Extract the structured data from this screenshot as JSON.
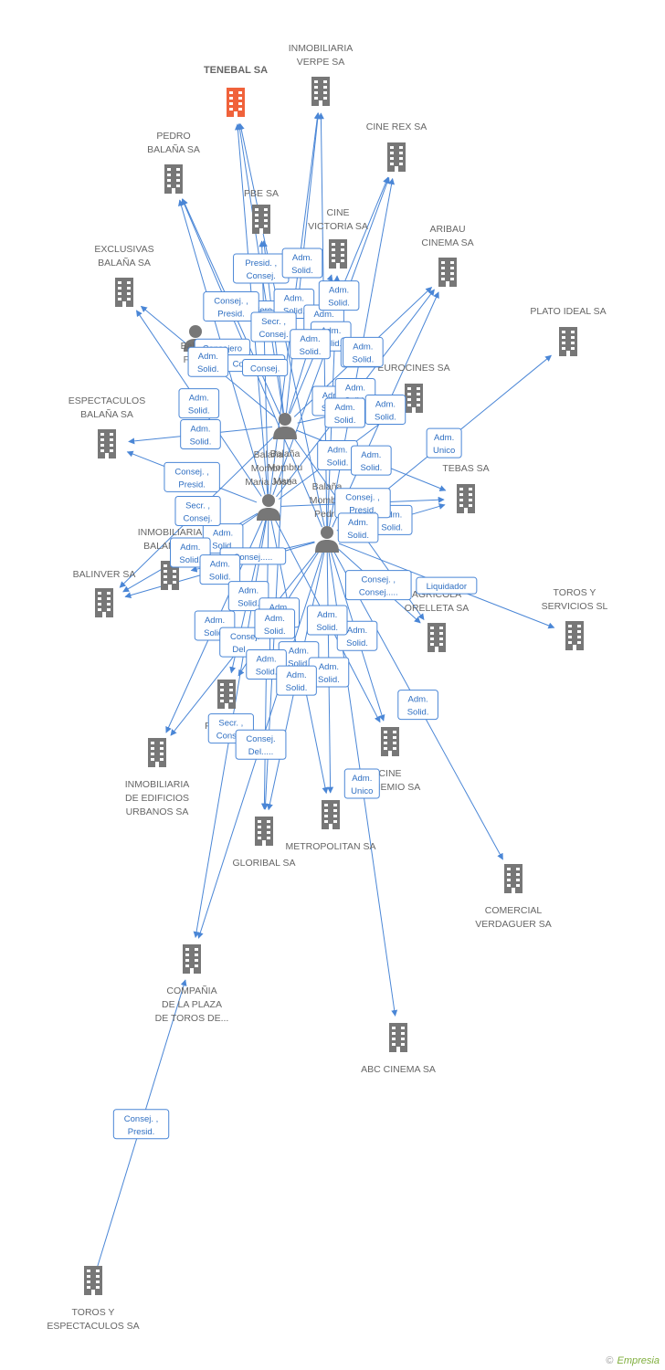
{
  "colors": {
    "edge": "#4a86d6",
    "node": "#777777",
    "focus": "#f0623b"
  },
  "nodes": [
    {
      "id": "tenebal",
      "label": [
        "TENEBAL SA"
      ],
      "type": "company",
      "focus": true
    },
    {
      "id": "inmoverpe",
      "label": [
        "INMOBILIARIA",
        "VERPE SA"
      ],
      "type": "company"
    },
    {
      "id": "cinerex",
      "label": [
        "CINE REX SA"
      ],
      "type": "company"
    },
    {
      "id": "pedro",
      "label": [
        "PEDRO",
        "BALAÑA SA"
      ],
      "type": "company"
    },
    {
      "id": "pbe",
      "label": [
        "PBE SA"
      ],
      "type": "company"
    },
    {
      "id": "cinevictoria",
      "label": [
        "CINE",
        "VICTORIA SA"
      ],
      "type": "company"
    },
    {
      "id": "aribau",
      "label": [
        "ARIBAU",
        "CINEMA SA"
      ],
      "type": "company"
    },
    {
      "id": "exclusivas",
      "label": [
        "EXCLUSIVAS",
        "BALAÑA SA"
      ],
      "type": "company"
    },
    {
      "id": "platoideal",
      "label": [
        "PLATO IDEAL SA"
      ],
      "type": "company"
    },
    {
      "id": "eurocines",
      "label": [
        "EUROCINES SA"
      ],
      "type": "company"
    },
    {
      "id": "espectaculos",
      "label": [
        "ESPECTACULOS",
        "BALAÑA SA"
      ],
      "type": "company"
    },
    {
      "id": "tebas",
      "label": [
        "TEBAS SA"
      ],
      "type": "company"
    },
    {
      "id": "inmobalana",
      "label": [
        "INMOBILIARIA",
        "BALAÑA SA"
      ],
      "type": "company"
    },
    {
      "id": "balinver",
      "label": [
        "BALINVER SA"
      ],
      "type": "company"
    },
    {
      "id": "torosserv",
      "label": [
        "TOROS Y",
        "SERVICIOS SL"
      ],
      "type": "company"
    },
    {
      "id": "agricola",
      "label": [
        "AGRICOLA",
        "ORELLETA SA"
      ],
      "type": "company"
    },
    {
      "id": "finca",
      "label": [
        "FINCA SA"
      ],
      "type": "company"
    },
    {
      "id": "inmourbanos",
      "label": [
        "INMOBILIARIA",
        "DE EDIFICIOS",
        "URBANOS SA"
      ],
      "type": "company"
    },
    {
      "id": "cinebohemio",
      "label": [
        "CINE",
        "BOHEMIO SA"
      ],
      "type": "company"
    },
    {
      "id": "metropolitan",
      "label": [
        "METROPOLITAN SA"
      ],
      "type": "company"
    },
    {
      "id": "gloribal",
      "label": [
        "GLORIBAL SA"
      ],
      "type": "company"
    },
    {
      "id": "verdaguer",
      "label": [
        "COMERCIAL",
        "VERDAGUER SA"
      ],
      "type": "company"
    },
    {
      "id": "plaza",
      "label": [
        "COMPAÑIA",
        "DE LA PLAZA",
        "DE TOROS DE..."
      ],
      "type": "company"
    },
    {
      "id": "abc",
      "label": [
        "ABC CINEMA SA"
      ],
      "type": "company"
    },
    {
      "id": "torosesp",
      "label": [
        "TOROS Y",
        "ESPECTACULOS SA"
      ],
      "type": "company"
    },
    {
      "id": "pBalFors",
      "label": [
        "Balaña",
        "Forns",
        ""
      ],
      "type": "person"
    },
    {
      "id": "pBalMaria",
      "label": [
        "Balaña",
        "Mombru",
        "Maria"
      ],
      "type": "person"
    },
    {
      "id": "pBalJose",
      "label": [
        "Balaña",
        "Mombru",
        "Maria Jose"
      ],
      "type": "person"
    },
    {
      "id": "pBalPedro",
      "label": [
        "Balaña",
        "Mombru",
        "Pedro"
      ],
      "type": "person"
    }
  ],
  "edges": [
    {
      "from": "pBalMaria",
      "to": "tenebal",
      "label": [
        "Presid. ,",
        "Consej."
      ]
    },
    {
      "from": "pBalJose",
      "to": "tenebal",
      "label": [
        "Consejero"
      ]
    },
    {
      "from": "pBalPedro",
      "to": "tenebal",
      "label": [
        "Secr. ,",
        "Consej."
      ]
    },
    {
      "from": "pBalMaria",
      "to": "inmoverpe",
      "label": [
        "Adm.",
        "Solid."
      ]
    },
    {
      "from": "pBalJose",
      "to": "inmoverpe",
      "label": [
        "Adm.",
        "Solid."
      ]
    },
    {
      "from": "pBalPedro",
      "to": "inmoverpe",
      "label": [
        "Adm.",
        "Solid."
      ]
    },
    {
      "from": "pBalMaria",
      "to": "cinerex",
      "label": [
        "Adm.",
        "Solid."
      ]
    },
    {
      "from": "pBalJose",
      "to": "cinerex",
      "label": [
        "Adm.",
        "Solid."
      ]
    },
    {
      "from": "pBalPedro",
      "to": "cinerex",
      "label": [
        "Adm.",
        "Solid."
      ]
    },
    {
      "from": "pBalMaria",
      "to": "pedro",
      "label": [
        "Consej. ,",
        "Presid."
      ]
    },
    {
      "from": "pBalJose",
      "to": "pedro",
      "label": [
        "Consejero"
      ]
    },
    {
      "from": "pBalPedro",
      "to": "pedro",
      "label": [
        "Consej....."
      ]
    },
    {
      "from": "pBalMaria",
      "to": "pbe",
      "label": [
        "Secr. ,",
        "Consej."
      ]
    },
    {
      "from": "pBalJose",
      "to": "pbe",
      "label": [
        "Consej."
      ]
    },
    {
      "from": "pBalMaria",
      "to": "cinevictoria",
      "label": [
        "Adm.",
        "Solid."
      ]
    },
    {
      "from": "pBalPedro",
      "to": "cinevictoria",
      "label": [
        "Adm.",
        "Solid."
      ]
    },
    {
      "from": "pBalMaria",
      "to": "aribau",
      "label": [
        "Adm.",
        "Solid."
      ]
    },
    {
      "from": "pBalJose",
      "to": "aribau",
      "label": [
        "Adm.",
        "Solid."
      ]
    },
    {
      "from": "pBalPedro",
      "to": "aribau",
      "label": [
        "Adm.",
        "Solid."
      ]
    },
    {
      "from": "pBalMaria",
      "to": "exclusivas",
      "label": [
        "Adm.",
        "Solid."
      ]
    },
    {
      "from": "pBalJose",
      "to": "exclusivas",
      "label": [
        "Adm.",
        "Solid."
      ]
    },
    {
      "from": "pBalPedro",
      "to": "platoideal",
      "label": [
        "Adm.",
        "Unico"
      ]
    },
    {
      "from": "pBalMaria",
      "to": "eurocines",
      "label": [
        "Adm.",
        "Solid."
      ]
    },
    {
      "from": "pBalJose",
      "to": "eurocines",
      "label": [
        "Adm.",
        "Solid."
      ]
    },
    {
      "from": "pBalMaria",
      "to": "espectaculos",
      "label": [
        "Adm.",
        "Solid."
      ]
    },
    {
      "from": "pBalJose",
      "to": "espectaculos",
      "label": [
        "Consej. ,",
        "Presid."
      ]
    },
    {
      "from": "pBalPedro",
      "to": "tebas",
      "label": [
        "Adm.",
        "Solid."
      ]
    },
    {
      "from": "pBalJose",
      "to": "tebas",
      "label": [
        "Consej. ,",
        "Presid."
      ]
    },
    {
      "from": "pBalMaria",
      "to": "tebas",
      "label": [
        "Adm.",
        "Solid."
      ]
    },
    {
      "from": "pBalJose",
      "to": "inmobalana",
      "label": [
        "Adm.",
        "Solid."
      ]
    },
    {
      "from": "pBalPedro",
      "to": "inmobalana",
      "label": [
        "Consej....."
      ]
    },
    {
      "from": "pBalJose",
      "to": "balinver",
      "label": [
        "Adm.",
        "Solid."
      ]
    },
    {
      "from": "pBalPedro",
      "to": "balinver",
      "label": [
        "Adm.",
        "Solid."
      ]
    },
    {
      "from": "pBalMaria",
      "to": "balinver",
      "label": [
        "Secr. ,",
        "Consej."
      ]
    },
    {
      "from": "pBalPedro",
      "to": "torosserv",
      "label": [
        "Liquidador"
      ]
    },
    {
      "from": "pBalPedro",
      "to": "agricola",
      "label": [
        "Consej. ,",
        "Consej....."
      ]
    },
    {
      "from": "pBalMaria",
      "to": "agricola",
      "label": [
        "Adm.",
        "Solid."
      ]
    },
    {
      "from": "pBalJose",
      "to": "finca",
      "label": [
        "Adm.",
        "Solid."
      ]
    },
    {
      "from": "pBalPedro",
      "to": "finca",
      "label": [
        "Adm.",
        "Solid."
      ]
    },
    {
      "from": "pBalJose",
      "to": "inmourbanos",
      "label": [
        "Adm.",
        "Solid."
      ]
    },
    {
      "from": "pBalPedro",
      "to": "inmourbanos",
      "label": [
        "Consej.",
        "Del....."
      ]
    },
    {
      "from": "pBalPedro",
      "to": "cinebohemio",
      "label": [
        "Adm.",
        "Solid."
      ]
    },
    {
      "from": "pBalJose",
      "to": "cinebohemio",
      "label": [
        "Adm.",
        "Solid."
      ]
    },
    {
      "from": "pBalJose",
      "to": "metropolitan",
      "label": [
        "Adm.",
        "Solid."
      ]
    },
    {
      "from": "pBalPedro",
      "to": "metropolitan",
      "label": [
        "Adm.",
        "Solid."
      ]
    },
    {
      "from": "pBalJose",
      "to": "gloribal",
      "label": [
        "Adm.",
        "Solid."
      ]
    },
    {
      "from": "pBalPedro",
      "to": "gloribal",
      "label": [
        "Adm.",
        "Solid."
      ]
    },
    {
      "from": "pBalMaria",
      "to": "gloribal",
      "label": [
        "Adm.",
        "Solid."
      ]
    },
    {
      "from": "pBalPedro",
      "to": "verdaguer",
      "label": [
        "Adm.",
        "Solid."
      ]
    },
    {
      "from": "pBalJose",
      "to": "plaza",
      "label": [
        "Secr. ,",
        "Consej."
      ]
    },
    {
      "from": "pBalPedro",
      "to": "plaza",
      "label": [
        "Consej.",
        "Del....."
      ]
    },
    {
      "from": "pBalPedro",
      "to": "abc",
      "label": [
        "Adm.",
        "Unico"
      ]
    },
    {
      "from": "torosesp",
      "to": "plaza",
      "label": [
        "Consej. ,",
        "Presid."
      ]
    }
  ],
  "footer": {
    "copyright": "©",
    "brand": "Empresia"
  }
}
